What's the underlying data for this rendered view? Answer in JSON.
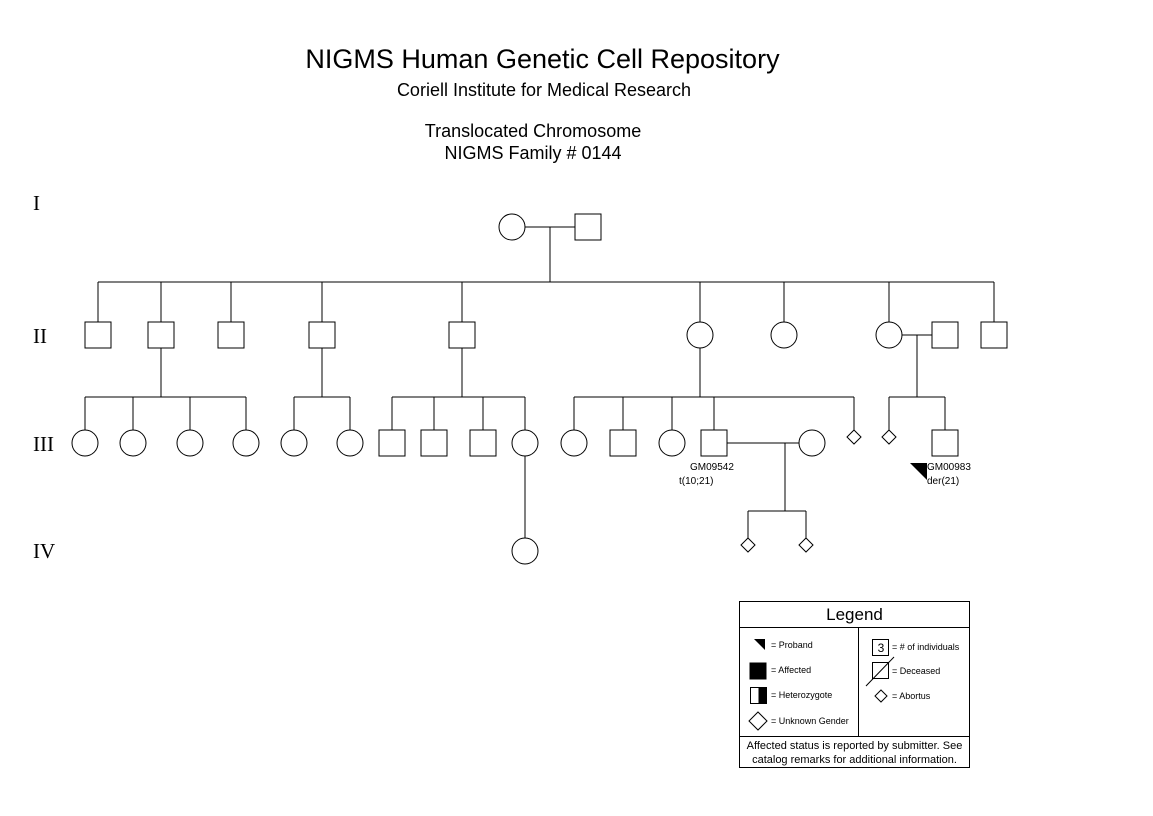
{
  "header": {
    "title": "NIGMS Human Genetic Cell Repository",
    "subtitle": "Coriell Institute for Medical Research",
    "chart_title_line1": "Translocated Chromosome",
    "chart_title_line2": "NIGMS Family # 0144"
  },
  "generations": [
    "I",
    "II",
    "III",
    "IV"
  ],
  "individual_labels": {
    "gm09542_id": "GM09542",
    "gm09542_karyotype": "t(10;21)",
    "gm00983_id": "GM00983",
    "gm00983_karyotype": "der(21)"
  },
  "legend": {
    "title": "Legend",
    "proband": "= Proband",
    "affected": "= Affected",
    "heterozygote": "= Heterozygote",
    "unknown_gender": "= Unknown Gender",
    "count_symbol": "3",
    "count_label": "= # of individuals",
    "deceased": "= Deceased",
    "abortus": "= Abortus",
    "note": "Affected status is reported by submitter. See catalog remarks for additional information."
  }
}
